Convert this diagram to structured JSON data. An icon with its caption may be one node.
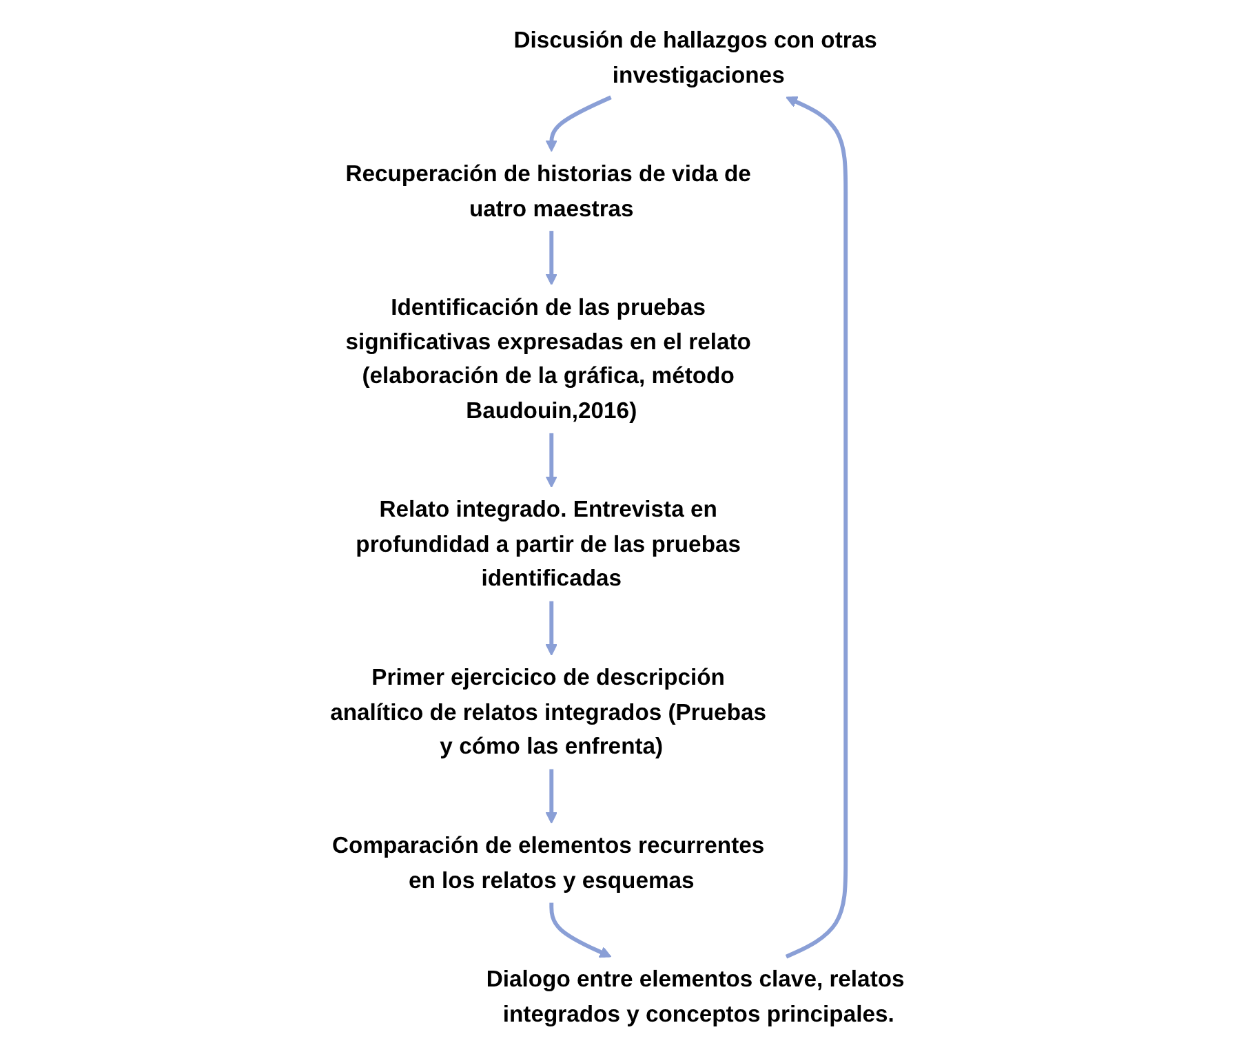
{
  "diagram": {
    "nodes": [
      {
        "text": [
          "Discusión de hallazgos con otras investigaciones"
        ]
      },
      {
        "text": [
          "Recuperación de historias de vida de uatro maestras"
        ]
      },
      {
        "text": [
          "Identificación de las pruebas significativas expresadas en el relato (elaboración de la gráfica, método Baudouin,2016)"
        ]
      },
      {
        "text": [
          "Relato integrado. Entrevista en profundidad a partir de las pruebas identificadas"
        ]
      },
      {
        "text": [
          "Primer ejercicico de descripción analítico de relatos integrados (Pruebas y cómo las enfrenta)"
        ]
      },
      {
        "text": [
          "Comparación de elementos recurrentes en los relatos y esquemas"
        ]
      },
      {
        "text": [
          "Dialogo entre elementos clave, relatos integrados y conceptos principales."
        ]
      }
    ],
    "edges": [
      {
        "from": 0,
        "to": 1,
        "arrow": "to"
      },
      {
        "from": 1,
        "to": 2,
        "arrow": "to"
      },
      {
        "from": 2,
        "to": 3,
        "arrow": "to"
      },
      {
        "from": 3,
        "to": 4,
        "arrow": "to"
      },
      {
        "from": 4,
        "to": 5,
        "arrow": "to"
      },
      {
        "from": 5,
        "to": 6,
        "arrow": "to"
      },
      {
        "from": 6,
        "to": 0,
        "arrow": "to"
      }
    ]
  }
}
